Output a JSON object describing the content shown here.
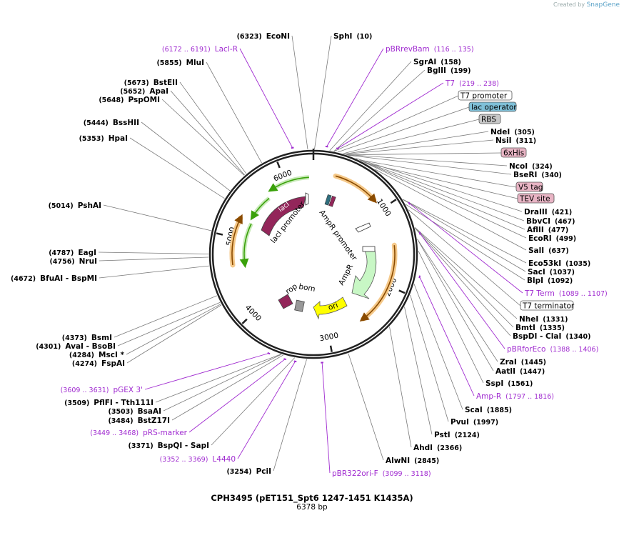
{
  "credit": {
    "prefix": "Created by",
    "brand": "SnapGene"
  },
  "plasmid": {
    "name": "CPH3495 (pET151_Spt6 1247-1451 K1435A)",
    "size_label": "6378 bp",
    "length": 6378
  },
  "ticks": [
    "1000",
    "2000",
    "3000",
    "4000",
    "5000",
    "6000"
  ],
  "sites": [
    {
      "name": "SphI",
      "pos": "(10)",
      "bp": 10
    },
    {
      "name": "SgrAI",
      "pos": "(158)",
      "bp": 158
    },
    {
      "name": "BglII",
      "pos": "(199)",
      "bp": 199
    },
    {
      "name": "NdeI",
      "pos": "(305)",
      "bp": 305
    },
    {
      "name": "NsiI",
      "pos": "(311)",
      "bp": 311
    },
    {
      "name": "NcoI",
      "pos": "(324)",
      "bp": 324
    },
    {
      "name": "BseRI",
      "pos": "(340)",
      "bp": 340
    },
    {
      "name": "DraIII",
      "pos": "(421)",
      "bp": 421
    },
    {
      "name": "BbvCI",
      "pos": "(467)",
      "bp": 467
    },
    {
      "name": "AflII",
      "pos": "(477)",
      "bp": 477
    },
    {
      "name": "EcoRI",
      "pos": "(499)",
      "bp": 499
    },
    {
      "name": "SalI",
      "pos": "(637)",
      "bp": 637
    },
    {
      "name": "Eco53kI",
      "pos": "(1035)",
      "bp": 1035
    },
    {
      "name": "SacI",
      "pos": "(1037)",
      "bp": 1037
    },
    {
      "name": "BlpI",
      "pos": "(1092)",
      "bp": 1092
    },
    {
      "name": "NheI",
      "pos": "(1331)",
      "bp": 1331
    },
    {
      "name": "BmtI",
      "pos": "(1335)",
      "bp": 1335
    },
    {
      "name": "BspDI - ClaI",
      "pos": "(1340)",
      "bp": 1340
    },
    {
      "name": "ZraI",
      "pos": "(1445)",
      "bp": 1445
    },
    {
      "name": "AatII",
      "pos": "(1447)",
      "bp": 1447
    },
    {
      "name": "SspI",
      "pos": "(1561)",
      "bp": 1561
    },
    {
      "name": "ScaI",
      "pos": "(1885)",
      "bp": 1885
    },
    {
      "name": "PvuI",
      "pos": "(1997)",
      "bp": 1997
    },
    {
      "name": "PstI",
      "pos": "(2124)",
      "bp": 2124
    },
    {
      "name": "AhdI",
      "pos": "(2366)",
      "bp": 2366
    },
    {
      "name": "AlwNI",
      "pos": "(2845)",
      "bp": 2845
    },
    {
      "name": "PciI",
      "pos": "(3254)",
      "bp": 3254
    },
    {
      "name": "BspQI - SapI",
      "pos": "(3371)",
      "bp": 3371
    },
    {
      "name": "BstZ17I",
      "pos": "(3484)",
      "bp": 3484
    },
    {
      "name": "BsaAI",
      "pos": "(3503)",
      "bp": 3503
    },
    {
      "name": "PflFI - Tth111I",
      "pos": "(3509)",
      "bp": 3509
    },
    {
      "name": "FspAI",
      "pos": "(4274)",
      "bp": 4274
    },
    {
      "name": "MscI *",
      "pos": "(4284)",
      "bp": 4284
    },
    {
      "name": "AvaI - BsoBI",
      "pos": "(4301)",
      "bp": 4301
    },
    {
      "name": "BsmI",
      "pos": "(4373)",
      "bp": 4373
    },
    {
      "name": "BfuAI - BspMI",
      "pos": "(4672)",
      "bp": 4672
    },
    {
      "name": "NruI",
      "pos": "(4756)",
      "bp": 4756
    },
    {
      "name": "EagI",
      "pos": "(4787)",
      "bp": 4787
    },
    {
      "name": "PshAI",
      "pos": "(5014)",
      "bp": 5014
    },
    {
      "name": "HpaI",
      "pos": "(5353)",
      "bp": 5353
    },
    {
      "name": "BssHII",
      "pos": "(5444)",
      "bp": 5444
    },
    {
      "name": "PspOMI",
      "pos": "(5648)",
      "bp": 5648
    },
    {
      "name": "ApaI",
      "pos": "(5652)",
      "bp": 5652
    },
    {
      "name": "BstEII",
      "pos": "(5673)",
      "bp": 5673
    },
    {
      "name": "MluI",
      "pos": "(5855)",
      "bp": 5855
    },
    {
      "name": "EcoNI",
      "pos": "(6323)",
      "bp": 6323
    }
  ],
  "primers": [
    {
      "name": "pBRrevBam",
      "range": "(116 .. 135)",
      "bp": 125
    },
    {
      "name": "T7",
      "range": "(219 .. 238)",
      "bp": 228
    },
    {
      "name": "T7 Term",
      "range": "(1089 .. 1107)",
      "bp": 1098
    },
    {
      "name": "pBRforEco",
      "range": "(1388 .. 1406)",
      "bp": 1397
    },
    {
      "name": "Amp-R",
      "range": "(1797 .. 1816)",
      "bp": 1806
    },
    {
      "name": "pBR322ori-F",
      "range": "(3099 .. 3118)",
      "bp": 3108
    },
    {
      "name": "L4440",
      "range": "(3352 .. 3369)",
      "bp": 3360
    },
    {
      "name": "pRS-marker",
      "range": "(3449 .. 3468)",
      "bp": 3458
    },
    {
      "name": "pGEX 3'",
      "range": "(3609 .. 3631)",
      "bp": 3620
    },
    {
      "name": "LacI-R",
      "range": "(6172 .. 6191)",
      "bp": 6181
    }
  ],
  "boxed_features": [
    {
      "name": "T7 promoter",
      "fill": "#ffffff"
    },
    {
      "name": "lac operator",
      "fill": "#7fc0d8"
    },
    {
      "name": "RBS",
      "fill": "#c8c8c8"
    },
    {
      "name": "6xHis",
      "fill": "#e8b4c4"
    },
    {
      "name": "V5 tag",
      "fill": "#e8b4c4"
    },
    {
      "name": "TEV site",
      "fill": "#e8b4c4"
    },
    {
      "name": "T7 terminator",
      "fill": "#ffffff"
    }
  ],
  "features": [
    {
      "name": "lacI",
      "color": "#93265a"
    },
    {
      "name": "lacI promoter",
      "color": "#ffffff"
    },
    {
      "name": "AmpR promoter",
      "color": "#ffffff"
    },
    {
      "name": "AmpR",
      "color": "#c8f7c5"
    },
    {
      "name": "ori",
      "color": "#ffff00"
    },
    {
      "name": "bom",
      "color": "#999999"
    },
    {
      "name": "rop",
      "color": "#93265a"
    }
  ],
  "colors": {
    "primer": "#a02bd0",
    "orf_outline": "#f5c98a",
    "orf_arrow": "#8a4b00",
    "green_arrow": "#3aa10a"
  }
}
